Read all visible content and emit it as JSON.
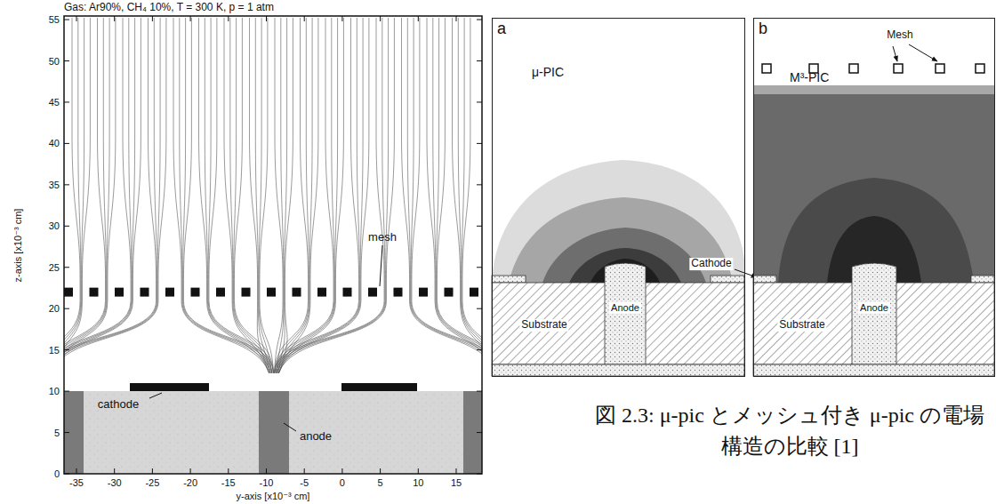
{
  "diagram": {
    "title": "Gas: Ar90%, CH₄ 10%, T = 300 K, p = 1 atm",
    "caption": "図 2.3: μ-pic とメッシュ付き μ-pic の電場構造の比較 [1]",
    "nodes": [
      {
        "text": [
          "a",
          "μ-PIC"
        ]
      },
      {
        "text": [
          "b",
          "M³-PIC"
        ]
      }
    ],
    "labels": [
      "0",
      "5",
      "10",
      "15",
      "20",
      "25",
      "30",
      "35",
      "40",
      "45",
      "50",
      "55",
      "-35",
      "-30",
      "-25",
      "-20",
      "-15",
      "-10",
      "-5",
      "0",
      "5",
      "10",
      "15",
      "z-axis [x10⁻³ cm]",
      "y-axis [x10⁻³ cm]",
      "mesh",
      "cathode",
      "anode",
      "Cathode",
      "Substrate",
      "Anode",
      "Mesh",
      "Substrate",
      "Anode"
    ]
  }
}
